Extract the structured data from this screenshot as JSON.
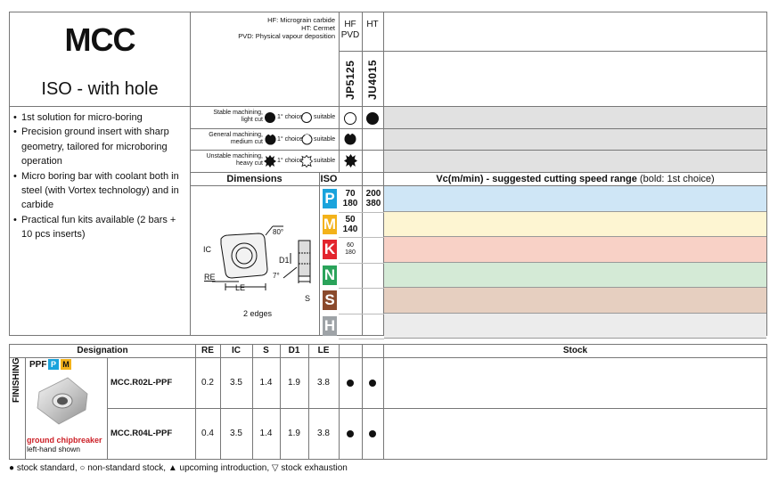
{
  "product": {
    "code": "MCC",
    "subtitle": "ISO - with hole"
  },
  "grade_legend": [
    "HF: Micrograin carbide",
    "HT: Cermet",
    "PVD: Physical vapour deposition"
  ],
  "grade_groups": [
    "HF\nPVD",
    "HT"
  ],
  "grades": [
    "JP5125",
    "JU4015"
  ],
  "features": [
    "1st solution for micro-boring",
    "Precision ground insert with sharp geometry, tailored for microboring operation",
    "Micro boring bar with coolant both in steel (with Vortex technology) and in carbide",
    "Practical fun kits available (2 bars + 10 pcs inserts)"
  ],
  "machining": [
    {
      "label": "Stable machining, light cut",
      "first": "1° choice",
      "suitable": "suitable",
      "jp5125": "suitable",
      "ju4015": "1st choice"
    },
    {
      "label": "General machining, medium cut",
      "first": "1° choice",
      "suitable": "suitable",
      "jp5125": "1st choice",
      "ju4015": ""
    },
    {
      "label": "Unstable machining, heavy cut",
      "first": "1° choice",
      "suitable": "suitable",
      "jp5125": "1st choice",
      "ju4015": ""
    }
  ],
  "dimensions_header": "Dimensions",
  "iso_header": "ISO",
  "speed_header": "Vc(m/min) - suggested cutting speed range",
  "speed_header_note": "(bold: 1st choice)",
  "drawing": {
    "angle": "80°",
    "relief": "7°",
    "ic": "IC",
    "d1": "D1",
    "re": "RE",
    "le": "LE",
    "s": "S",
    "edges": "2 edges"
  },
  "iso_groups": [
    {
      "letter": "P",
      "color": "#1aa3dc",
      "band": "#cfe6f6",
      "jp5125": "70\n180",
      "ju4015": "200\n380",
      "bold": true
    },
    {
      "letter": "M",
      "color": "#f3b21a",
      "band": "#fdf5d2",
      "jp5125": "50\n140",
      "ju4015": "",
      "bold": true
    },
    {
      "letter": "K",
      "color": "#e3262e",
      "band": "#f8d1c6",
      "jp5125": "60\n180",
      "ju4015": "",
      "bold": false
    },
    {
      "letter": "N",
      "color": "#2aa35a",
      "band": "#d4ead6",
      "jp5125": "",
      "ju4015": "",
      "bold": false
    },
    {
      "letter": "S",
      "color": "#8b4a2c",
      "band": "#e6cfc0",
      "jp5125": "",
      "ju4015": "",
      "bold": false
    },
    {
      "letter": "H",
      "color": "#9ea3a7",
      "band": "#ececec",
      "jp5125": "",
      "ju4015": "",
      "bold": false
    }
  ],
  "table": {
    "headers": {
      "designation": "Designation",
      "re": "RE",
      "ic": "IC",
      "s": "S",
      "d1": "D1",
      "le": "LE",
      "stock": "Stock"
    },
    "section": "FINISHING",
    "family": "PPF",
    "family_tags": [
      "P",
      "M"
    ],
    "chipbreaker": "ground chipbreaker",
    "chipbreaker_note": "left-hand shown",
    "rows": [
      {
        "designation": "MCC.R02L-PPF",
        "re": "0.2",
        "ic": "3.5",
        "s": "1.4",
        "d1": "1.9",
        "le": "3.8",
        "stock_jp": "stock standard",
        "stock_ju": "stock standard"
      },
      {
        "designation": "MCC.R04L-PPF",
        "re": "0.4",
        "ic": "3.5",
        "s": "1.4",
        "d1": "1.9",
        "le": "3.8",
        "stock_jp": "stock standard",
        "stock_ju": "stock standard"
      }
    ]
  },
  "footer_legend": "● stock standard, ○ non-standard stock, ▲ upcoming introduction, ▽ stock exhaustion"
}
